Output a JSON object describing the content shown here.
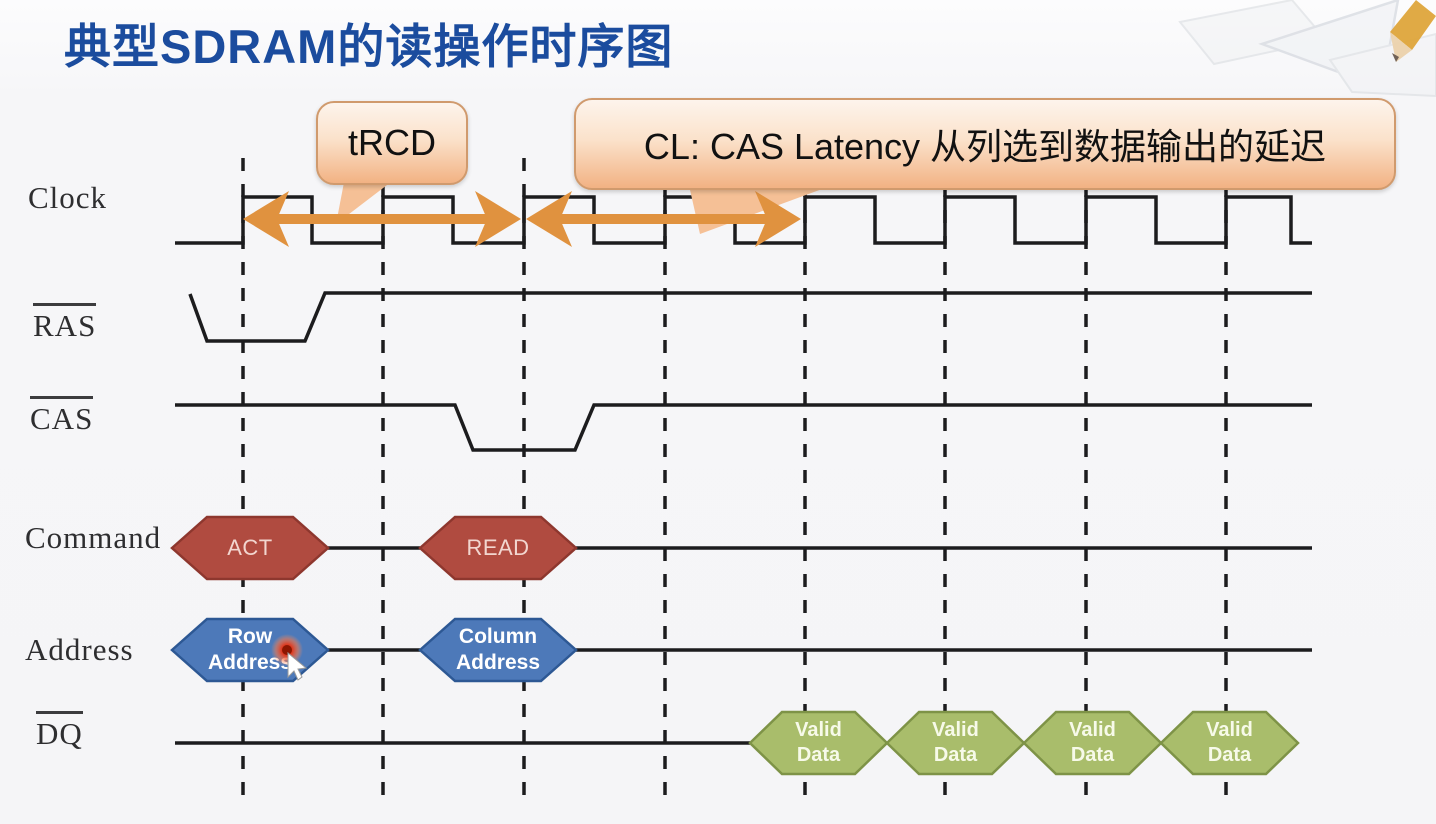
{
  "title": "典型SDRAM的读操作时序图",
  "callouts": {
    "trcd": "tRCD",
    "cl": "CL: CAS Latency 从列选到数据输出的延迟"
  },
  "labels": {
    "clock": "Clock",
    "ras": "RAS",
    "cas": "CAS",
    "command": "Command",
    "address": "Address",
    "dq": "DQ"
  },
  "command_row": {
    "act": "ACT",
    "read": "READ"
  },
  "address_row": {
    "row": {
      "line1": "Row",
      "line2": "Address"
    },
    "column": {
      "line1": "Column",
      "line2": "Address"
    }
  },
  "dq_row": {
    "items": [
      {
        "line1": "Valid",
        "line2": "Data"
      },
      {
        "line1": "Valid",
        "line2": "Data"
      },
      {
        "line1": "Valid",
        "line2": "Data"
      },
      {
        "line1": "Valid",
        "line2": "Data"
      }
    ]
  },
  "colors": {
    "title_blue": "#1b4c9e",
    "callout_border": "#d09a6d",
    "callout_fill_top": "#fdf4ec",
    "callout_fill_bottom": "#f2b283",
    "arrow_orange": "#e0923f",
    "command_hex_fill": "#b04b40",
    "command_hex_border": "#8e372e",
    "address_hex_fill": "#4d79b9",
    "address_hex_border": "#2d5894",
    "data_hex_fill": "#a9bd6b",
    "data_hex_border": "#7e9347",
    "waveform_black": "#1c1c1e"
  }
}
